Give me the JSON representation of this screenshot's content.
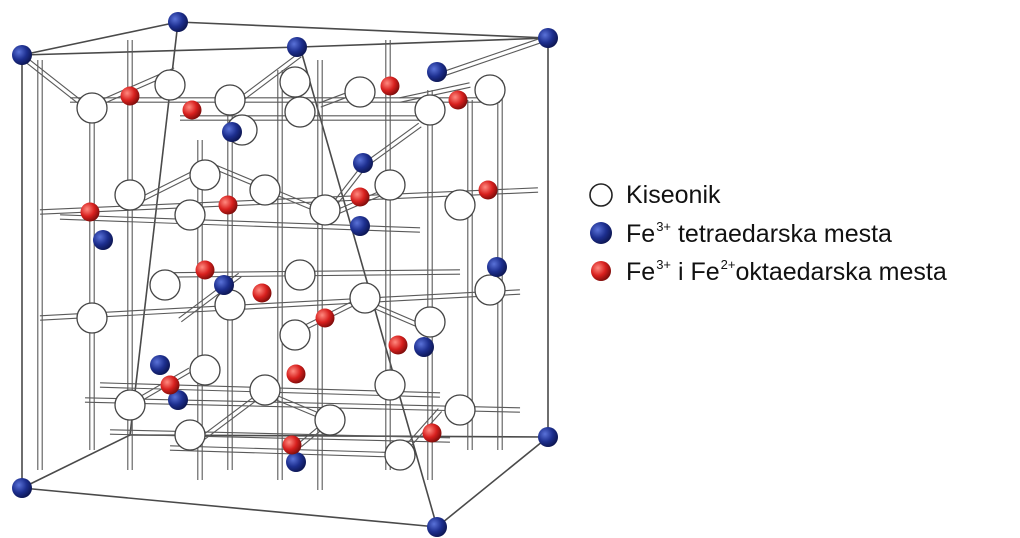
{
  "legend": {
    "oxygen": {
      "label": "Kiseonik",
      "icon": "white-circle",
      "color": "#ffffff"
    },
    "tetrahedral": {
      "ion": "Fe",
      "charge": "3+",
      "label": "tetraedarska mesta",
      "icon": "blue-sphere",
      "color": "#1d2f8f"
    },
    "octahedral": {
      "ion1": "Fe",
      "charge1": "3+",
      "joiner": "i",
      "ion2": "Fe",
      "charge2": "2+",
      "label": "oktaedarska mesta",
      "icon": "red-sphere",
      "color": "#d8201e"
    }
  },
  "structure": {
    "bond_color": "#5a5a5a",
    "frame_color": "#4a4a4a"
  }
}
